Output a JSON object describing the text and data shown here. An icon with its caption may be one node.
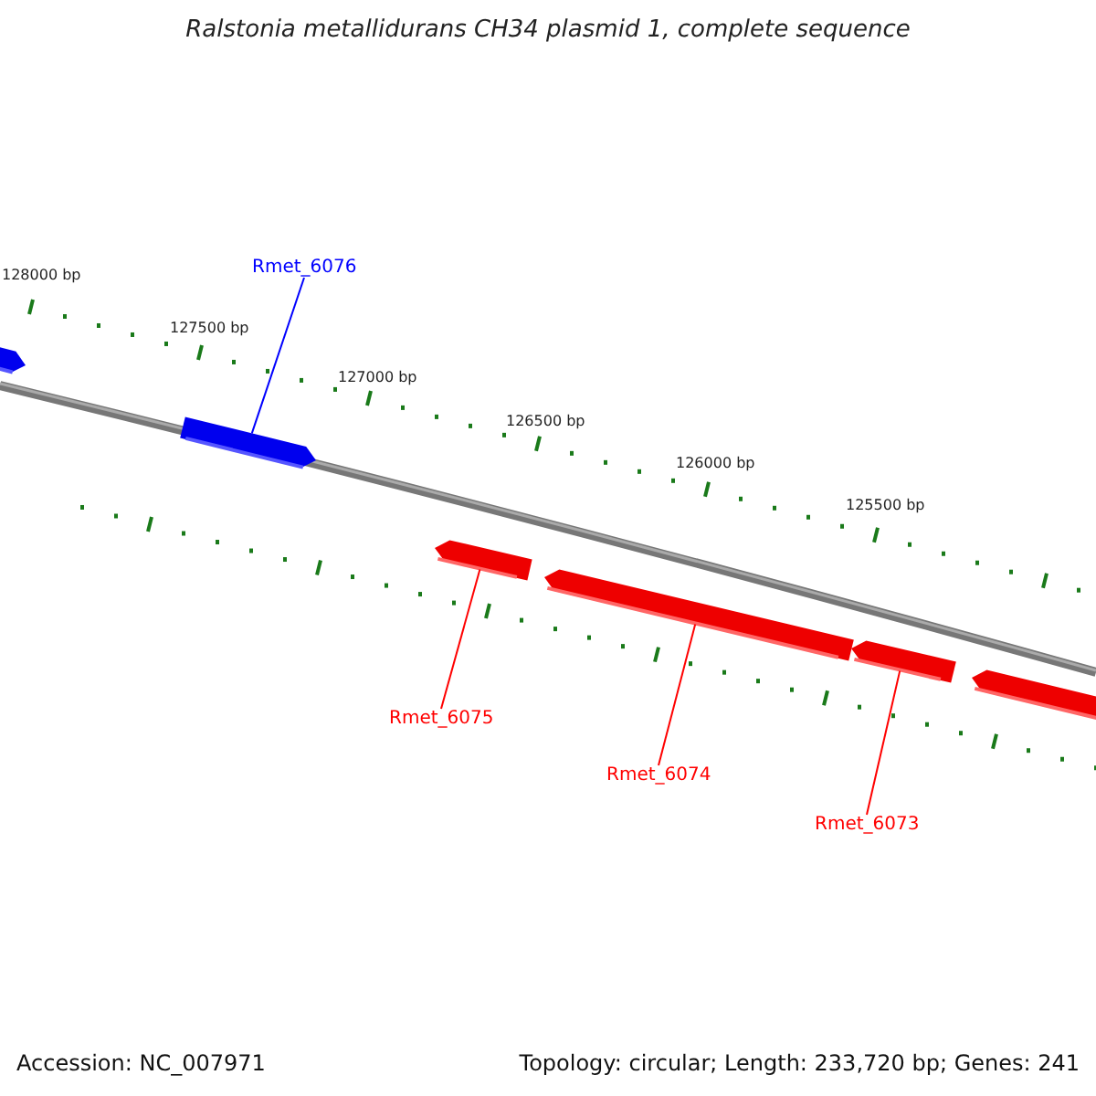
{
  "diagram": {
    "title": "Ralstonia metallidurans CH34 plasmid 1, complete sequence",
    "nodes": [
      {
        "text": [
          "Rmet_6076"
        ]
      },
      {
        "text": [
          "Rmet_6075"
        ]
      },
      {
        "text": [
          "Rmet_6074"
        ]
      },
      {
        "text": [
          "Rmet_6073"
        ]
      },
      {
        "text": [],
        "shape": "bar"
      },
      {
        "text": [],
        "shape": "bar"
      },
      {
        "text": [],
        "shape": "bar"
      },
      {
        "text": [],
        "shape": "bar"
      },
      {
        "text": [],
        "shape": "bar"
      },
      {
        "text": [],
        "shape": "bar"
      }
    ],
    "edges": [
      {
        "from": 0,
        "to": 5,
        "arrow": "none",
        "color": "#0000ff"
      },
      {
        "from": 1,
        "to": 6,
        "arrow": "none",
        "color": "#ff0000"
      },
      {
        "from": 2,
        "to": 7,
        "arrow": "none",
        "color": "#ff0000"
      },
      {
        "from": 3,
        "to": 8,
        "arrow": "none",
        "color": "#ff0000"
      }
    ],
    "labels": [
      "128000 bp",
      "127500 bp",
      "127000 bp",
      "126500 bp",
      "126000 bp",
      "125500 bp",
      "Accession: NC_007971",
      "Topology: circular; Length: 233,720 bp; Genes: 241"
    ]
  }
}
